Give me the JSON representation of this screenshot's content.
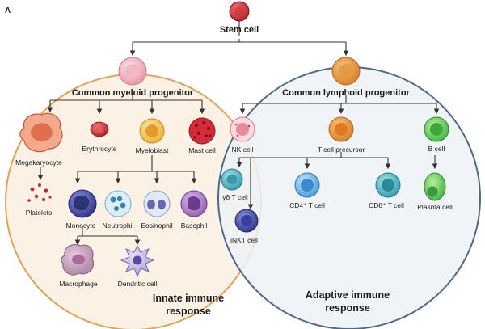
{
  "panel_letter": "A",
  "colors": {
    "innate_circle_fill": "#fbf1e4",
    "innate_circle_stroke": "#e0a35a",
    "adaptive_circle_fill": "#eef2f6",
    "adaptive_circle_stroke": "#4c6a8c",
    "connector": "#333333"
  },
  "root": {
    "label": "Stem cell",
    "icon": "stem-cell-icon"
  },
  "myeloid": {
    "label": "Common myeloid progenitor",
    "children": {
      "megakaryocyte": "Megakaryocyte",
      "erythrocyte": "Erythrocyte",
      "myeloblast": "Myeloblast",
      "mast_cell": "Mast cell",
      "platelets": "Platelets"
    },
    "myeloblast_children": {
      "monocyte": "Monocyte",
      "neutrophil": "Neutrophil",
      "eosinophil": "Eosinophil",
      "basophil": "Basophil"
    },
    "monocyte_children": {
      "macrophage": "Macrophage",
      "dendritic_cell": "Dendritic cell"
    }
  },
  "lymphoid": {
    "label": "Common lymphoid progenitor",
    "children": {
      "nk_cell": "NK cell",
      "t_precursor": "T cell precursor",
      "b_cell": "B cell"
    },
    "t_children": {
      "gd_t": "γδ T cell",
      "inkt": "iNKT cell",
      "cd4": "CD4⁺ T cell",
      "cd8": "CD8⁺ T cell"
    },
    "b_children": {
      "plasma": "Plasma cell"
    }
  },
  "regions": {
    "innate_line1": "Innate immune",
    "innate_line2": "response",
    "adaptive_line1": "Adaptive immune",
    "adaptive_line2": "response"
  }
}
